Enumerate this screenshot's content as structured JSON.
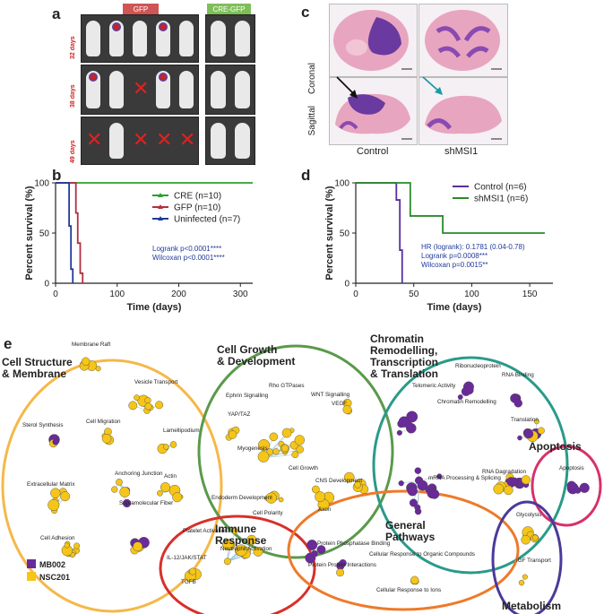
{
  "panel_a": {
    "label": "a",
    "header_left": "GFP",
    "header_right": "CRE-GFP",
    "rows": [
      "32 days",
      "38 days",
      "49 days"
    ],
    "colors": {
      "gfp": "#d05555",
      "cre": "#7fbf5a",
      "row_label": "#d02020",
      "cross": "#e02020"
    }
  },
  "panel_b": {
    "label": "b",
    "chart_data": {
      "type": "line",
      "ylabel": "Percent survival (%)",
      "xlabel": "Time (days)",
      "xlim": [
        0,
        320
      ],
      "ylim": [
        0,
        100
      ],
      "xticks": [
        0,
        100,
        200,
        300
      ],
      "yticks": [
        0,
        50,
        100
      ],
      "series": [
        {
          "name": "CRE (n=10)",
          "color": "#2ca02c",
          "x": [
            0,
            320
          ],
          "y": [
            100,
            100
          ]
        },
        {
          "name": "GFP (n=10)",
          "color": "#b03040",
          "x": [
            0,
            33,
            33,
            36,
            36,
            40,
            40,
            44,
            44
          ],
          "y": [
            100,
            100,
            70,
            70,
            40,
            40,
            10,
            10,
            0
          ]
        },
        {
          "name": "Uninfected (n=7)",
          "color": "#203a9a",
          "x": [
            0,
            22,
            22,
            25,
            25,
            28,
            28
          ],
          "y": [
            100,
            100,
            57,
            57,
            14,
            14,
            0
          ]
        }
      ],
      "annotations": [
        "Logrank p<0.0001****",
        "Wilcoxan p<0.0001****"
      ]
    }
  },
  "panel_c": {
    "label": "c",
    "row_labels": [
      "Coronal",
      "Sagittal"
    ],
    "col_labels": [
      "Control",
      "shMSI1"
    ]
  },
  "panel_d": {
    "label": "d",
    "chart_data": {
      "type": "line",
      "ylabel": "Percent survival (%)",
      "xlabel": "Time (days)",
      "xlim": [
        0,
        170
      ],
      "ylim": [
        0,
        100
      ],
      "xticks": [
        0,
        50,
        100,
        150
      ],
      "yticks": [
        0,
        50,
        100
      ],
      "series": [
        {
          "name": "Control (n=6)",
          "color": "#5b2ca0",
          "x": [
            0,
            35,
            35,
            38,
            38,
            40,
            40
          ],
          "y": [
            100,
            100,
            83,
            83,
            33,
            33,
            0
          ]
        },
        {
          "name": "shMSI1 (n=6)",
          "color": "#2a8a2a",
          "x": [
            0,
            47,
            47,
            75,
            75,
            163
          ],
          "y": [
            100,
            100,
            67,
            67,
            50,
            50
          ]
        }
      ],
      "annotations": [
        "HR (logrank): 0.1781 (0.04-0.78)",
        "Logrank p=0.0008***",
        "Wilcoxan p=0.0015**"
      ]
    }
  },
  "panel_e": {
    "label": "e",
    "groups": [
      "Cell Structure\n& Membrane",
      "Cell Growth\n& Development",
      "Chromatin\nRemodelling,\nTranscription\n& Translation",
      "Apoptosis",
      "Immune\nResponse",
      "General\nPathways",
      "Metabolism"
    ],
    "terms": [
      "Membrane Raft",
      "Vesicle Transport",
      "Sterol Synthesis",
      "Cell Migration",
      "Lamellipodium",
      "Extracellular Matrix",
      "Actin",
      "Anchoring Junction",
      "Supramolecular Fiber",
      "Cell Adhesion",
      "Rho GTPases",
      "Ephrin Signalling",
      "WNT Signalling",
      "YAP/TAZ",
      "VEGF",
      "Myogenesis",
      "Cell Growth",
      "CNS Development",
      "Endoderm Development",
      "Axon",
      "Cell Polarity",
      "Ribonucleoprotein",
      "RNA Binding",
      "Telomeric Activity",
      "Chromatin Remodelling",
      "Translation",
      "RNA Dagradation",
      "mRNA Processing & Splicing",
      "Apoptosis",
      "Platelet Activation",
      "Neutrophil Activation",
      "IL-12/JAK/STAT",
      "TGFB",
      "Protein Phosphatase Binding",
      "Cellular Response to Organic Compounds",
      "Protein Protein Interactions",
      "Cellular Response to Ions",
      "Glycolysis",
      "IGF Transport"
    ],
    "legend": [
      {
        "name": "MB002",
        "color": "#6a2a9a"
      },
      {
        "name": "NSC201",
        "color": "#f5c518"
      }
    ]
  }
}
